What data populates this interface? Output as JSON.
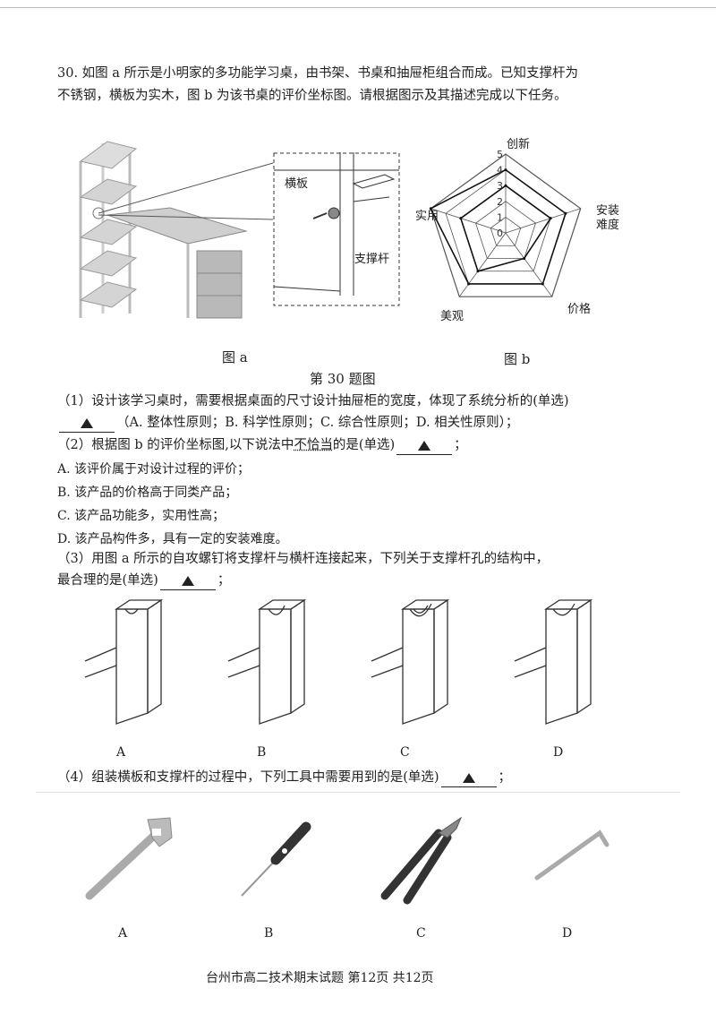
{
  "question": {
    "line1": "30. 如图 a 所示是小明家的多功能学习桌，由书架、书桌和抽屉柜组合而成。已知支撑杆为",
    "line2": "不锈钢，横板为实木，图 b 为该书桌的评价坐标图。请根据图示及其描述完成以下任务。"
  },
  "figure_a": {
    "label_board": "横板",
    "label_rod": "支撑杆",
    "caption": "图 a"
  },
  "figure_b": {
    "caption": "图 b",
    "axes": [
      "创新",
      "安装难度",
      "价格",
      "美观",
      "实用"
    ],
    "axis_line2": "难度",
    "axis_line1": "安装",
    "ticks": [
      "0",
      "1",
      "2",
      "3",
      "4",
      "5"
    ]
  },
  "chart_data": {
    "type": "radar",
    "categories": [
      "创新",
      "安装难度",
      "价格",
      "美观",
      "实用"
    ],
    "series": [
      {
        "values": [
          4,
          4,
          4,
          4,
          5
        ]
      },
      {
        "values": [
          3,
          3,
          2,
          3,
          3
        ]
      }
    ],
    "ylim": [
      0,
      5
    ]
  },
  "figure_caption": "第 30 题图",
  "q1": {
    "line1": "（1）设计该学习桌时，需要根据桌面的尺寸设计抽屉柜的宽度，体现了系统分析的(单选)",
    "line2": "（A. 整体性原则；B. 科学性原则；C. 综合性原则；D. 相关性原则）；"
  },
  "q2": {
    "pre": "（2）根据图 b 的评价坐标图,以下说法中",
    "emph": "不恰当",
    "post": "的是(单选)",
    "end": "；",
    "optA": "A. 该评价属于对设计过程的评价；",
    "optB": "B. 该产品的价格高于同类产品；",
    "optC": "C. 该产品功能多，实用性高；",
    "optD": "D. 该产品构件多，具有一定的安装难度。"
  },
  "q3": {
    "line1": "（3）用图 a 所示的自攻螺钉将支撑杆与横杆连接起来，下列关于支撑杆孔的结构中，",
    "line2": "最合理的是(单选)",
    "end": "；",
    "labels": [
      "A",
      "B",
      "C",
      "D"
    ]
  },
  "q4": {
    "line": "（4）组装横板和支撑杆的过程中，下列工具中需要用到的是(单选)",
    "end": "；",
    "labels": [
      "A",
      "B",
      "C",
      "D"
    ]
  },
  "footer": "台州市高二技术期末试题  第12页  共12页"
}
